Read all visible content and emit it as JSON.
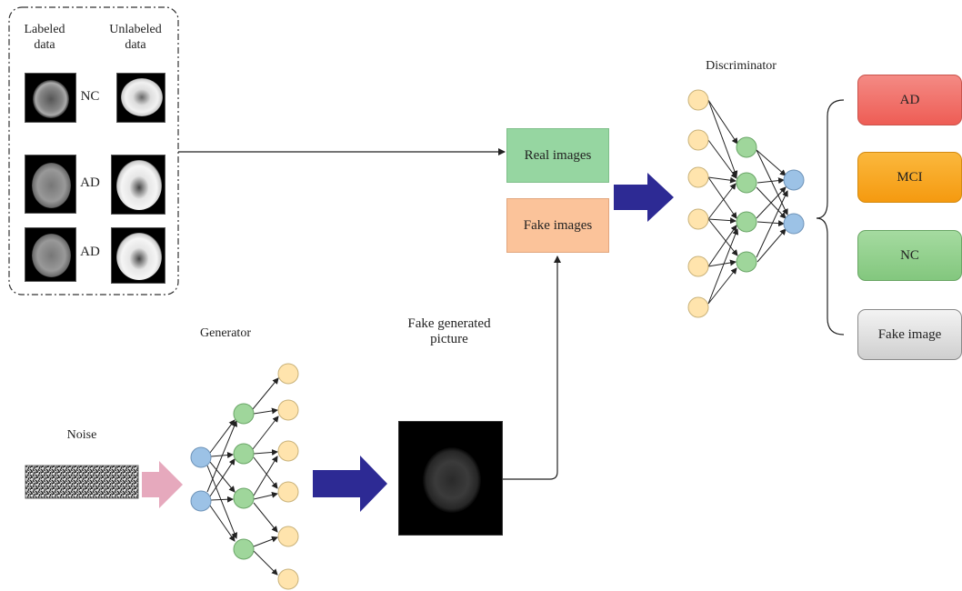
{
  "labeled_panel": {
    "labeled_heading": "Labeled\ndata",
    "unlabeled_heading": "Unlabeled\ndata",
    "rows": [
      {
        "label": "NC"
      },
      {
        "label": "AD"
      },
      {
        "label": "AD"
      }
    ]
  },
  "real_images_label": "Real images",
  "fake_images_label": "Fake images",
  "discriminator_title": "Discriminator",
  "generator_title": "Generator",
  "noise_label": "Noise",
  "fake_generated_label": "Fake generated\npicture",
  "classes": [
    {
      "label": "AD",
      "color": "#f07068"
    },
    {
      "label": "MCI",
      "color": "#f7a21b"
    },
    {
      "label": "NC",
      "color": "#8fce8a"
    },
    {
      "label": "Fake image",
      "color": "#dedede"
    }
  ],
  "colors": {
    "real_box": "#96d6a1",
    "fake_box": "#fbc39a",
    "input_node": "#ffe4ad",
    "hidden_node": "#9fd69b",
    "output_node": "#9cc2e6",
    "big_arrow": "#2d2a94",
    "noise_arrow": "#e6a9bd"
  }
}
